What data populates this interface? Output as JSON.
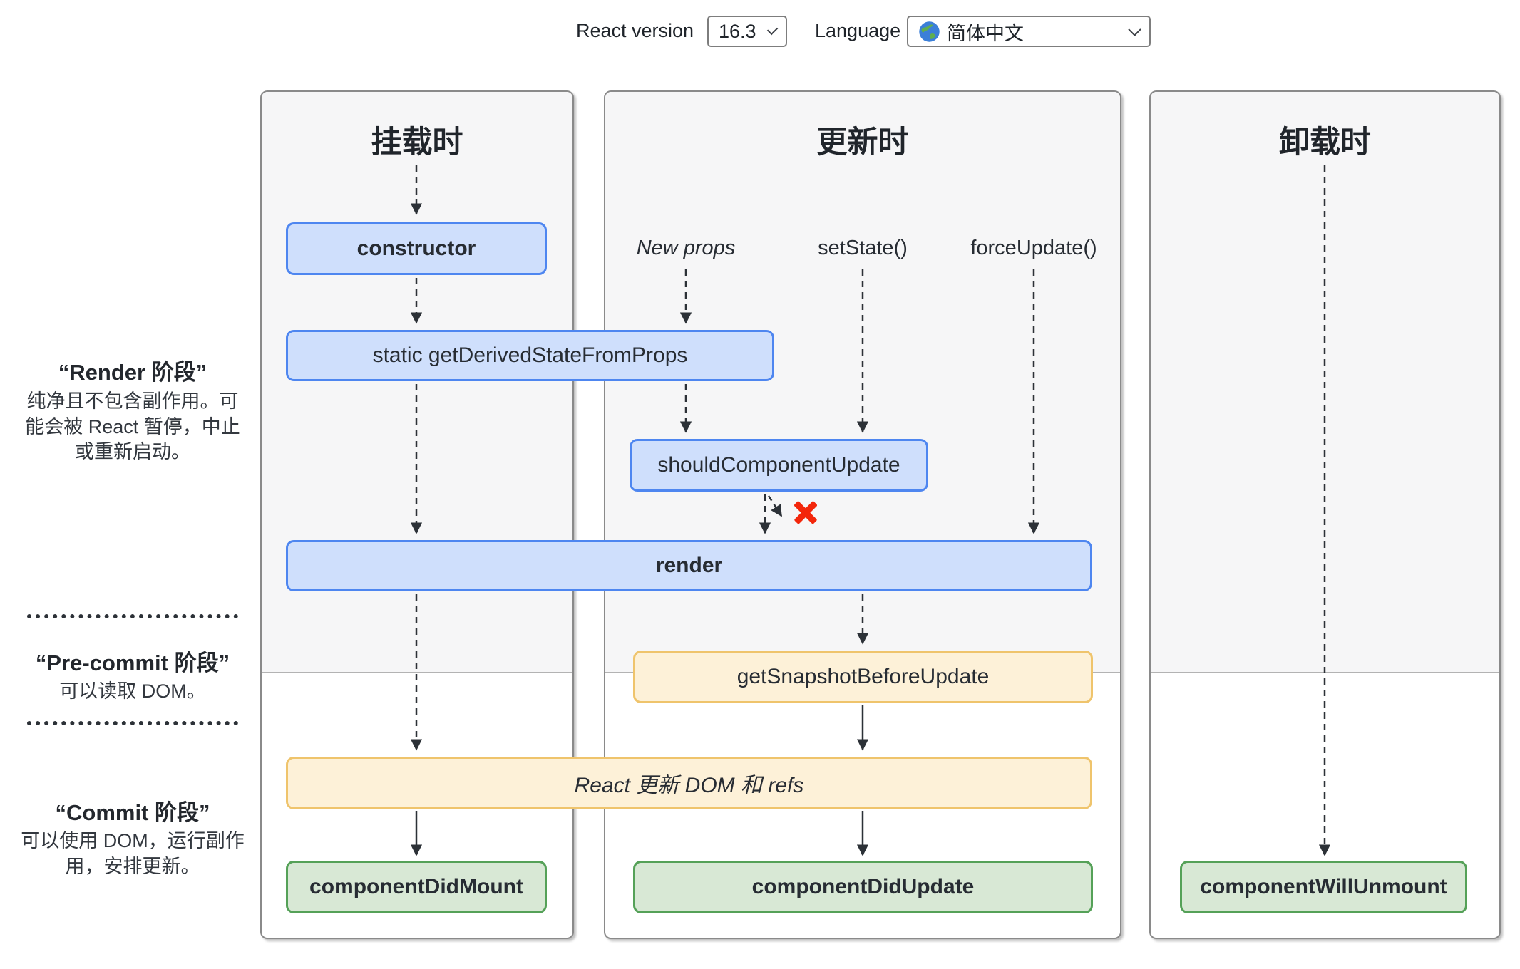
{
  "toolbar": {
    "react_version_label": "React version",
    "react_version_value": "16.3",
    "language_label": "Language",
    "language_value": "简体中文",
    "language_icon": "globe-icon"
  },
  "columns": [
    {
      "title": "挂载时"
    },
    {
      "title": "更新时"
    },
    {
      "title": "卸载时"
    }
  ],
  "phases": [
    {
      "title": "“Render 阶段”",
      "description": "纯净且不包含副作用。可能会被 React 暂停，中止或重新启动。"
    },
    {
      "title": "“Pre-commit 阶段”",
      "description": "可以读取 DOM。"
    },
    {
      "title": "“Commit 阶段”",
      "description": "可以使用 DOM，运行副作用，安排更新。"
    }
  ],
  "nodes": {
    "constructor": "constructor",
    "get_derived_state_from_props": "static getDerivedStateFromProps",
    "new_props": "New props",
    "set_state": "setState()",
    "force_update": "forceUpdate()",
    "should_component_update": "shouldComponentUpdate",
    "render": "render",
    "get_snapshot_before_update": "getSnapshotBeforeUpdate",
    "react_updates_dom": "React 更新 DOM 和 refs",
    "component_did_mount": "componentDidMount",
    "component_did_update": "componentDidUpdate",
    "component_will_unmount": "componentWillUnmount"
  },
  "colors": {
    "ink": "#2c3137",
    "blue_fill": "#cfdffc",
    "blue_border": "#4e86f0",
    "yellow_fill": "#fdf1d8",
    "yellow_border": "#efc46c",
    "green_fill": "#d8e8d5",
    "green_border": "#55a158",
    "red": "#f3260b",
    "col_border": "#8a8a8a",
    "col_gray": "#f6f6f7",
    "divider": "#b3b3b3"
  }
}
